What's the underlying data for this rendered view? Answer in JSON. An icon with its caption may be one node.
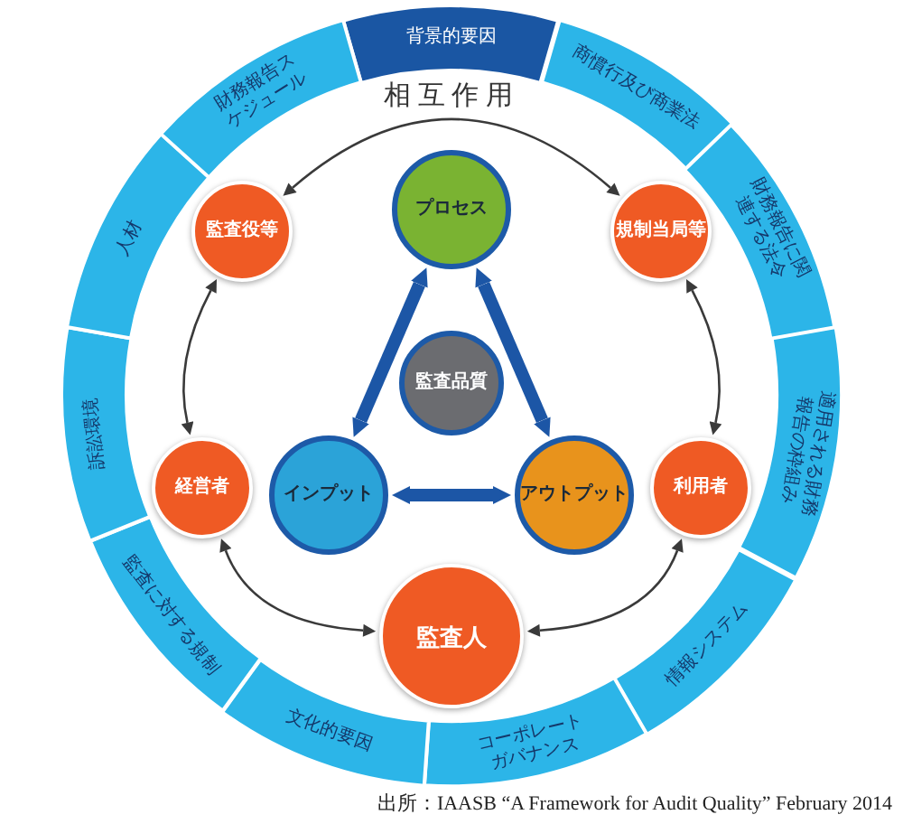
{
  "diagram": {
    "caption": "出所：IAASB “A Framework for Audit Quality” February 2014",
    "nodes": [
      {
        "text": [
          "背景的要因"
        ]
      },
      {
        "text": [
          "商慣行及び商業法"
        ]
      },
      {
        "text": [
          "財務報告に関連する法令"
        ]
      },
      {
        "text": [
          "適用される財務報告の枠組み"
        ]
      },
      {
        "text": [
          "情報システム"
        ]
      },
      {
        "text": [
          "コーポレートガバナンス"
        ]
      },
      {
        "text": [
          "文化的要因"
        ]
      },
      {
        "text": [
          "監査に対する規制"
        ]
      },
      {
        "text": [
          "訴訟環境"
        ]
      },
      {
        "text": [
          "人材"
        ]
      },
      {
        "text": [
          "財務報告スケジュール"
        ]
      },
      {
        "text": [
          "監査役等"
        ]
      },
      {
        "text": [
          "プロセス"
        ]
      },
      {
        "text": [
          "規制当局等"
        ]
      },
      {
        "text": [
          "監査品質"
        ]
      },
      {
        "text": [
          "経営者"
        ]
      },
      {
        "text": [
          "インプット"
        ]
      },
      {
        "text": [
          "アウトプット"
        ]
      },
      {
        "text": [
          "利用者"
        ]
      },
      {
        "text": [
          "監査人"
        ]
      }
    ],
    "edges": [
      {
        "from": 11,
        "to": 13,
        "arrow": "both"
      },
      {
        "from": 11,
        "to": 15,
        "arrow": "both"
      },
      {
        "from": 13,
        "to": 18,
        "arrow": "both"
      },
      {
        "from": 15,
        "to": 19,
        "arrow": "both"
      },
      {
        "from": 18,
        "to": 19,
        "arrow": "both"
      },
      {
        "from": 12,
        "to": 16,
        "arrow": "both",
        "style": "thick",
        "color": "#1c56a6"
      },
      {
        "from": 12,
        "to": 17,
        "arrow": "both",
        "style": "thick",
        "color": "#1c56a6"
      },
      {
        "from": 16,
        "to": 17,
        "arrow": "both",
        "style": "thick",
        "color": "#1c56a6"
      }
    ],
    "labels": [
      "相互作用"
    ]
  }
}
